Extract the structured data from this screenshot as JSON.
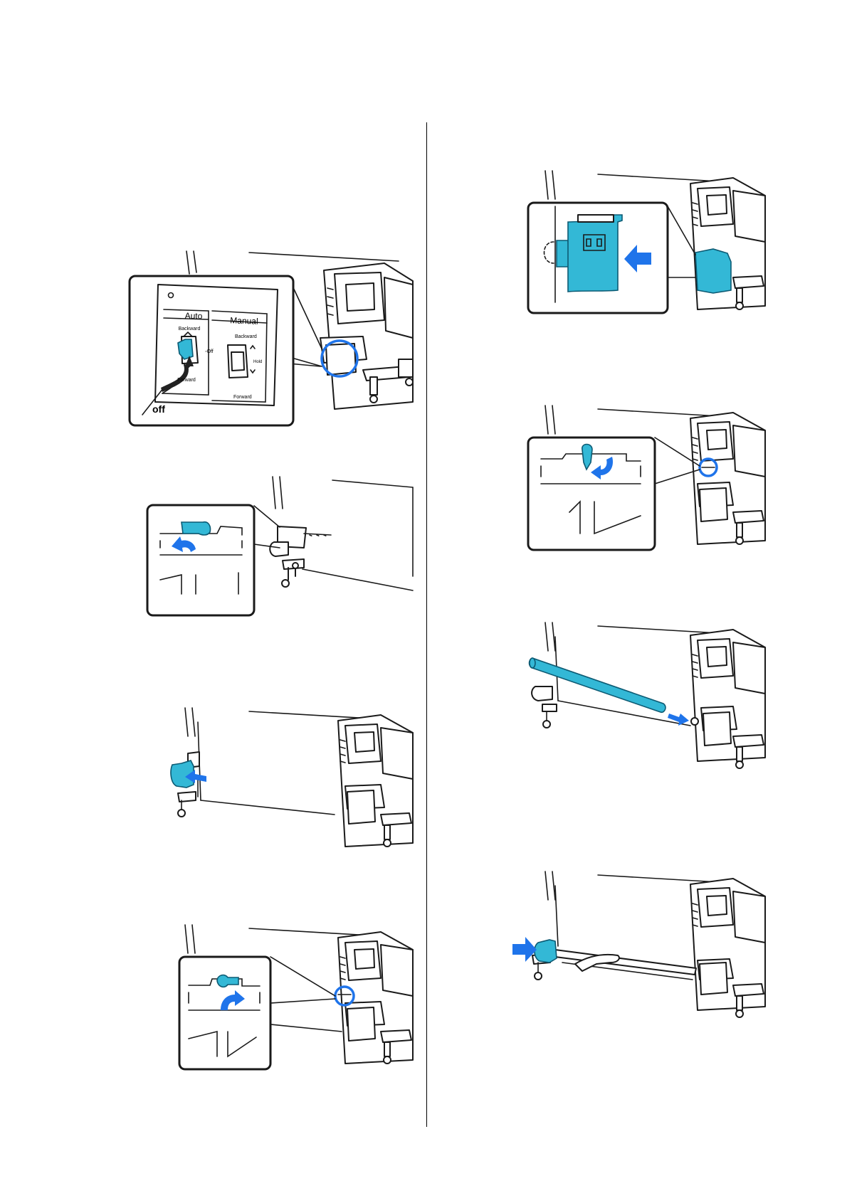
{
  "panel": {
    "auto_label": "Auto",
    "manual_label": "Manual",
    "backward_auto": "Backward",
    "forward_auto": "Forward",
    "off_side": "Off",
    "backward_manual": "Backward",
    "forward_manual": "Forward",
    "off_callout": "off"
  },
  "colors": {
    "highlight": "#33b8d6",
    "arrow": "#1f74ea",
    "line": "#1a1a1a"
  }
}
